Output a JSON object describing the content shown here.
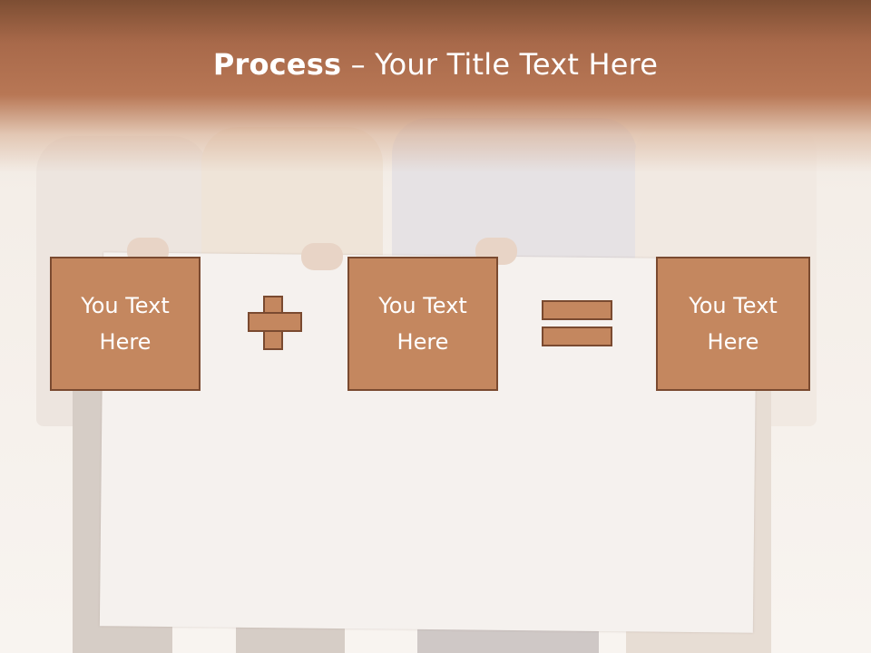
{
  "slide": {
    "title_bold": "Process",
    "title_rest": " – Your Title Text Here"
  },
  "boxes": [
    {
      "line1": "You Text",
      "line2": "Here"
    },
    {
      "line1": "You Text",
      "line2": "Here"
    },
    {
      "line1": "You Text",
      "line2": "Here"
    }
  ],
  "colors": {
    "band": "#b87755",
    "box_fill": "#c4875f",
    "box_border": "#7a4a30"
  },
  "icons": {
    "operator_1": "plus-icon",
    "operator_2": "equals-icon"
  }
}
